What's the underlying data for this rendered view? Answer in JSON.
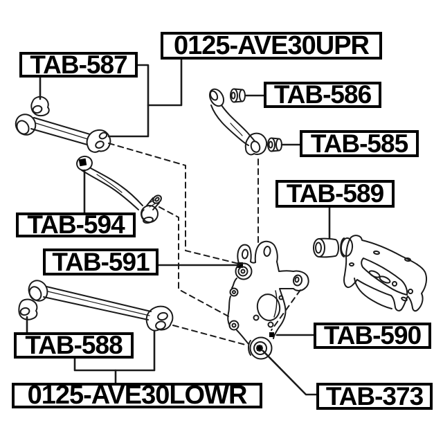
{
  "labels": {
    "upper_assembly": "0125-AVE30UPR",
    "tab_587": "TAB-587",
    "tab_586": "TAB-586",
    "tab_585": "TAB-585",
    "tab_589": "TAB-589",
    "tab_594": "TAB-594",
    "tab_591": "TAB-591",
    "tab_588": "TAB-588",
    "lower_assembly": "0125-AVE30LOWR",
    "tab_590": "TAB-590",
    "tab_373": "TAB-373"
  },
  "colors": {
    "line": "#1a1a1a",
    "background": "#ffffff"
  }
}
